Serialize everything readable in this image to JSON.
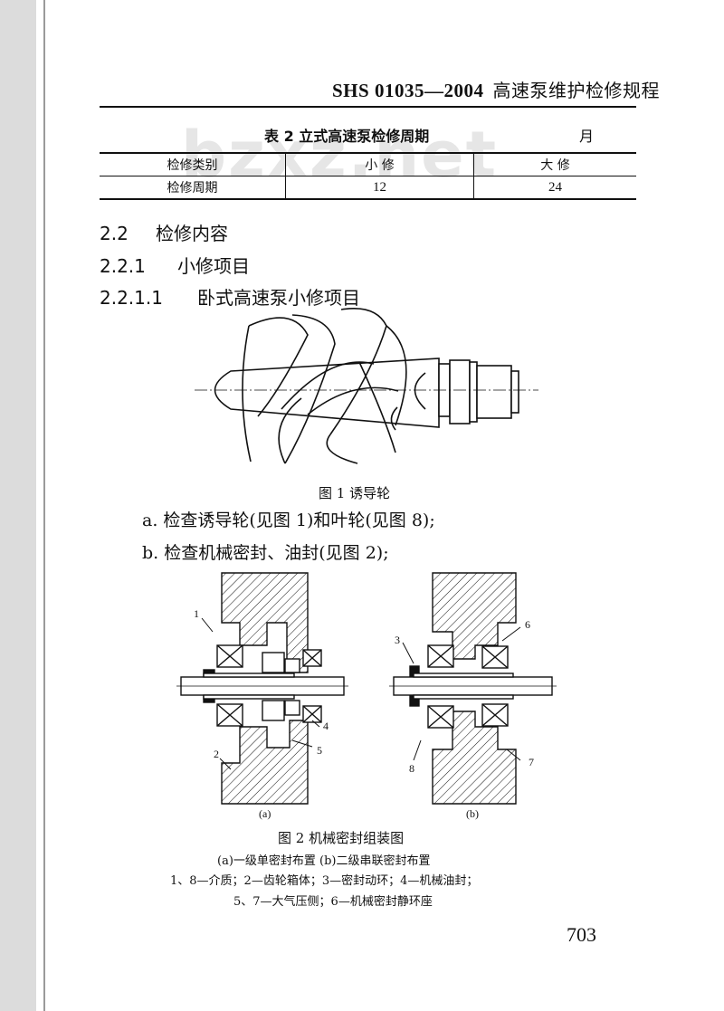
{
  "watermark": "bzxz.net",
  "header": {
    "standard": "SHS 01035—2004",
    "title": "高速泵维护检修规程"
  },
  "table": {
    "caption": "表 2   立式高速泵检修周期",
    "unit": "月",
    "rows": [
      [
        "检修类别",
        "小   修",
        "大   修"
      ],
      [
        "检修周期",
        "12",
        "24"
      ]
    ]
  },
  "sections": [
    {
      "num": "2.2",
      "title": "检修内容"
    },
    {
      "num": "2.2.1",
      "title": "小修项目"
    },
    {
      "num": "2.2.1.1",
      "title": "卧式高速泵小修项目"
    }
  ],
  "figure1": {
    "caption": "图 1   诱导轮"
  },
  "items": [
    "a. 检查诱导轮(见图 1)和叶轮(见图 8);",
    "b. 检查机械密封、油封(见图 2);"
  ],
  "figure2": {
    "sub_a": "(a)",
    "sub_b": "(b)",
    "labels": [
      "1",
      "2",
      "3",
      "4",
      "5",
      "6",
      "7",
      "8"
    ],
    "caption": "图 2   机械密封组装图",
    "legend": [
      "(a)一级单密封布置   (b)二级串联密封布置",
      "1、8—介质；2—齿轮箱体；3—密封动环；4—机械油封；",
      "5、7—大气压侧；6—机械密封静环座"
    ]
  },
  "page_number": "703"
}
